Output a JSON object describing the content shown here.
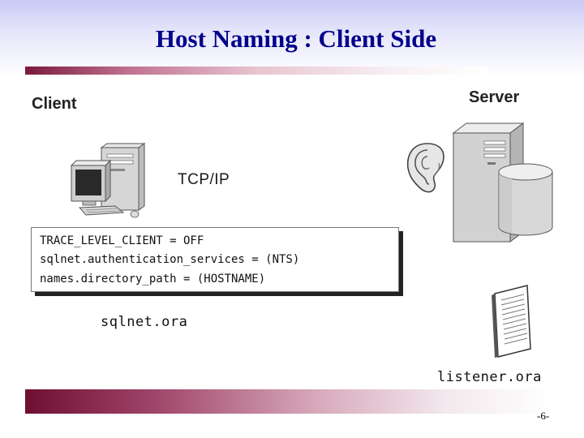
{
  "slide": {
    "title": "Host Naming : Client Side",
    "page_number": "-6-"
  },
  "client": {
    "label": "Client",
    "config_file": "sqlnet.ora",
    "config_lines": [
      "TRACE_LEVEL_CLIENT = OFF",
      "sqlnet.authentication_services = (NTS)",
      "names.directory_path = (HOSTNAME)"
    ]
  },
  "connection": {
    "protocol": "TCP/IP"
  },
  "server": {
    "label": "Server",
    "config_file": "listener.ora"
  }
}
